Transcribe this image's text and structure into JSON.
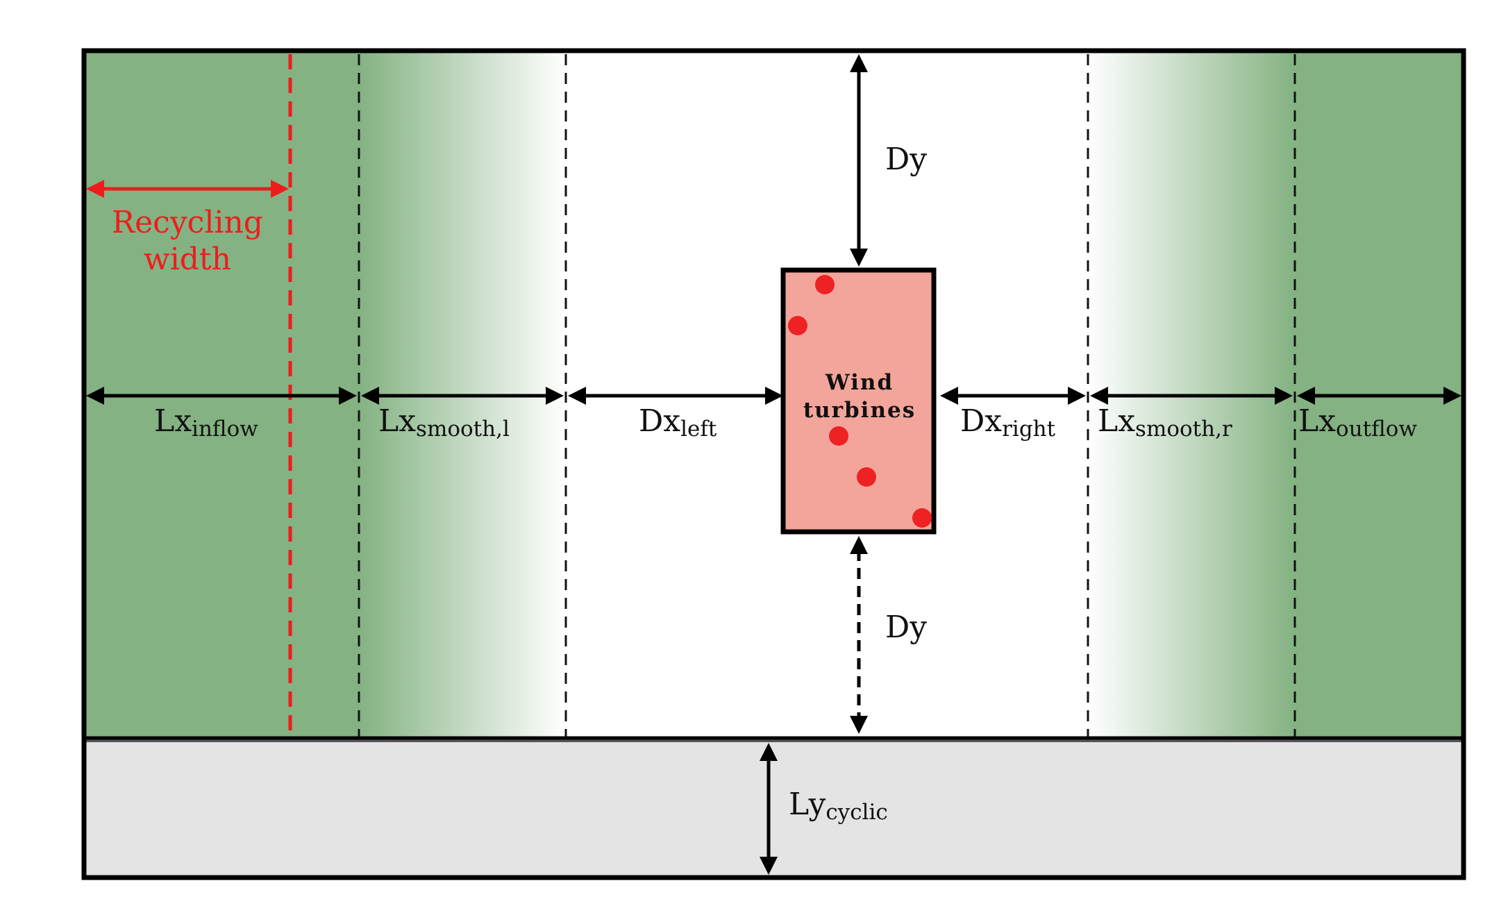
{
  "labels": {
    "dy_top": "Dy",
    "dy_bottom": "Dy",
    "lx_inflow": {
      "main": "Lx",
      "sub": "inflow"
    },
    "lx_smooth_l": {
      "main": "Lx",
      "sub": "smooth,l"
    },
    "dx_left": {
      "main": "Dx",
      "sub": "left"
    },
    "dx_right": {
      "main": "Dx",
      "sub": "right"
    },
    "lx_smooth_r": {
      "main": "Lx",
      "sub": "smooth,r"
    },
    "lx_outflow": {
      "main": "Lx",
      "sub": "outflow"
    },
    "ly_cyclic": {
      "main": "Ly",
      "sub": "cyclic"
    },
    "recycling_line1": "Recycling",
    "recycling_line2": "width",
    "turbines_line1": "Wind",
    "turbines_line2": "turbines"
  },
  "colors": {
    "damping_green": "#84b282",
    "turbine_fill": "#f3a59b",
    "turbine_dot": "#ee2222",
    "recycling_red": "#ee1c1c",
    "cyclic_gray": "#e4e4e4",
    "outline": "#000000"
  },
  "turbine_count": 5
}
